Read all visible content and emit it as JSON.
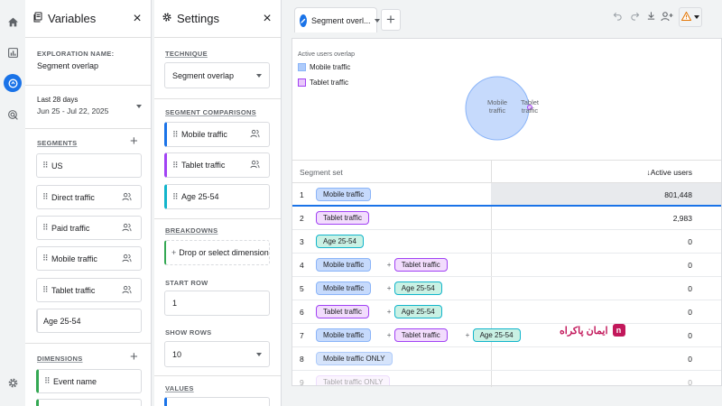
{
  "colors": {
    "accent": "#1a73e8",
    "mobile": "#aecbfa",
    "tablet": "#d7aefb",
    "age": "#a8e6cf",
    "warn": "#e37400"
  },
  "variables": {
    "title": "Variables",
    "exploration_label": "EXPLORATION NAME:",
    "exploration_name": "Segment overlap",
    "date_label": "Last 28 days",
    "date_range": "Jun 25 - Jul 22, 2025",
    "segments_label": "SEGMENTS",
    "segments": [
      {
        "label": "US",
        "icon": false
      },
      {
        "label": "Direct traffic",
        "icon": true
      },
      {
        "label": "Paid traffic",
        "icon": true
      },
      {
        "label": "Mobile traffic",
        "icon": true
      },
      {
        "label": "Tablet traffic",
        "icon": true
      },
      {
        "label": "Age 25-54",
        "icon": false
      }
    ],
    "dimensions_label": "DIMENSIONS",
    "dimensions": [
      "Event name"
    ]
  },
  "settings": {
    "title": "Settings",
    "technique_label": "TECHNIQUE",
    "technique_value": "Segment overlap",
    "comparisons_label": "SEGMENT COMPARISONS",
    "comparisons": [
      "Mobile traffic",
      "Tablet traffic",
      "Age 25-54"
    ],
    "breakdowns_label": "BREAKDOWNS",
    "breakdown_placeholder": "Drop or select dimension",
    "start_row_label": "START ROW",
    "start_row": "1",
    "show_rows_label": "SHOW ROWS",
    "show_rows": "10",
    "values_label": "VALUES"
  },
  "canvas": {
    "tab_label": "Segment overl...",
    "chart_title": "Active users overlap",
    "legend": [
      "Mobile traffic",
      "Tablet traffic"
    ],
    "venn_mobile": "Mobile traffic",
    "venn_tablet": "Tablet traffic",
    "col_segment": "Segment set",
    "col_metric": "Active users",
    "watermark": "ایمان پاکراه"
  },
  "chart_data": {
    "type": "table",
    "title": "Active users overlap",
    "columns": [
      "Segment set",
      "Active users"
    ],
    "rows": [
      {
        "num": "1",
        "segments": [
          "Mobile traffic"
        ],
        "value": "801,448"
      },
      {
        "num": "2",
        "segments": [
          "Tablet traffic"
        ],
        "value": "2,983"
      },
      {
        "num": "3",
        "segments": [
          "Age 25-54"
        ],
        "value": "0"
      },
      {
        "num": "4",
        "segments": [
          "Mobile traffic",
          "Tablet traffic"
        ],
        "value": "0"
      },
      {
        "num": "5",
        "segments": [
          "Mobile traffic",
          "Age 25-54"
        ],
        "value": "0"
      },
      {
        "num": "6",
        "segments": [
          "Tablet traffic",
          "Age 25-54"
        ],
        "value": "0"
      },
      {
        "num": "7",
        "segments": [
          "Mobile traffic",
          "Tablet traffic",
          "Age 25-54"
        ],
        "value": "0"
      },
      {
        "num": "8",
        "segments": [
          "Mobile traffic ONLY"
        ],
        "value": "0"
      },
      {
        "num": "9",
        "segments": [
          "Tablet traffic ONLY"
        ],
        "value": "0"
      }
    ]
  }
}
